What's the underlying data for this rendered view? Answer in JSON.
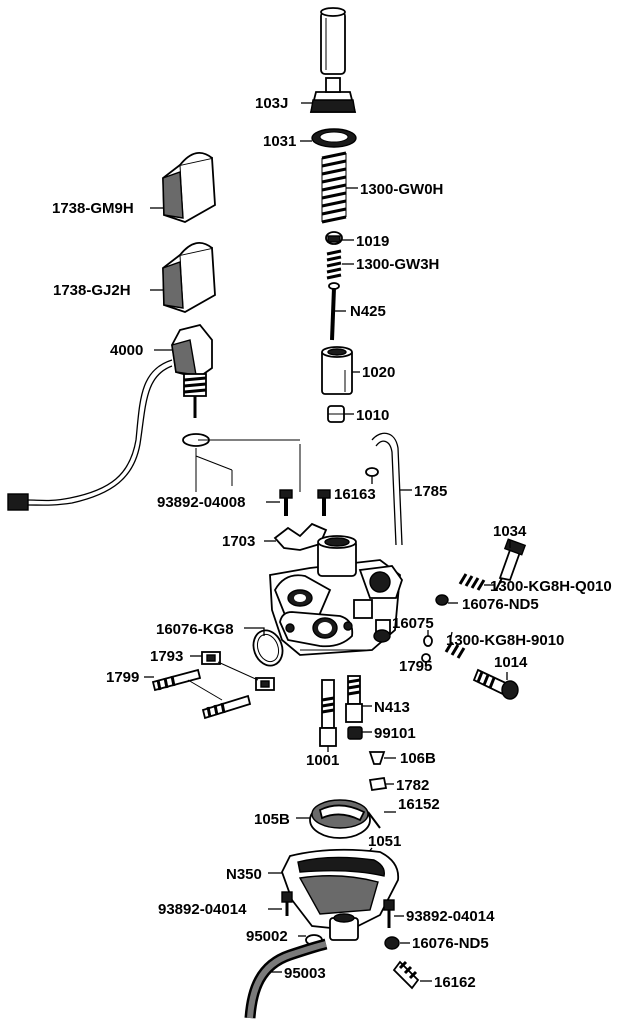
{
  "labels": {
    "p103J": "103J",
    "p1031": "1031",
    "p1300GW0H": "1300-GW0H",
    "p1738GM9H": "1738-GM9H",
    "p1019": "1019",
    "p1300GW3H": "1300-GW3H",
    "p1738GJ2H": "1738-GJ2H",
    "pN425": "N425",
    "p4000": "4000",
    "p1020": "1020",
    "p1010": "1010",
    "p16163": "16163",
    "p1785": "1785",
    "p93892_04008": "93892-04008",
    "p1034": "1034",
    "p1703": "1703",
    "p1300KG8HQ010": "1300-KG8H-Q010",
    "p16076ND5a": "16076-ND5",
    "p16075": "16075",
    "p16076KG8": "16076-KG8",
    "p1300KG8H9010": "1300-KG8H-9010",
    "p1793": "1793",
    "p1795": "1795",
    "p1014": "1014",
    "p1799": "1799",
    "pN413": "N413",
    "p99101": "99101",
    "p1001": "1001",
    "p106B": "106B",
    "p1782": "1782",
    "p16152": "16152",
    "p105B": "105B",
    "p1051": "1051",
    "pN350": "N350",
    "p93892_04014a": "93892-04014",
    "p93892_04014b": "93892-04014",
    "p95002": "95002",
    "p16076ND5b": "16076-ND5",
    "p95003": "95003",
    "p16162": "16162"
  }
}
